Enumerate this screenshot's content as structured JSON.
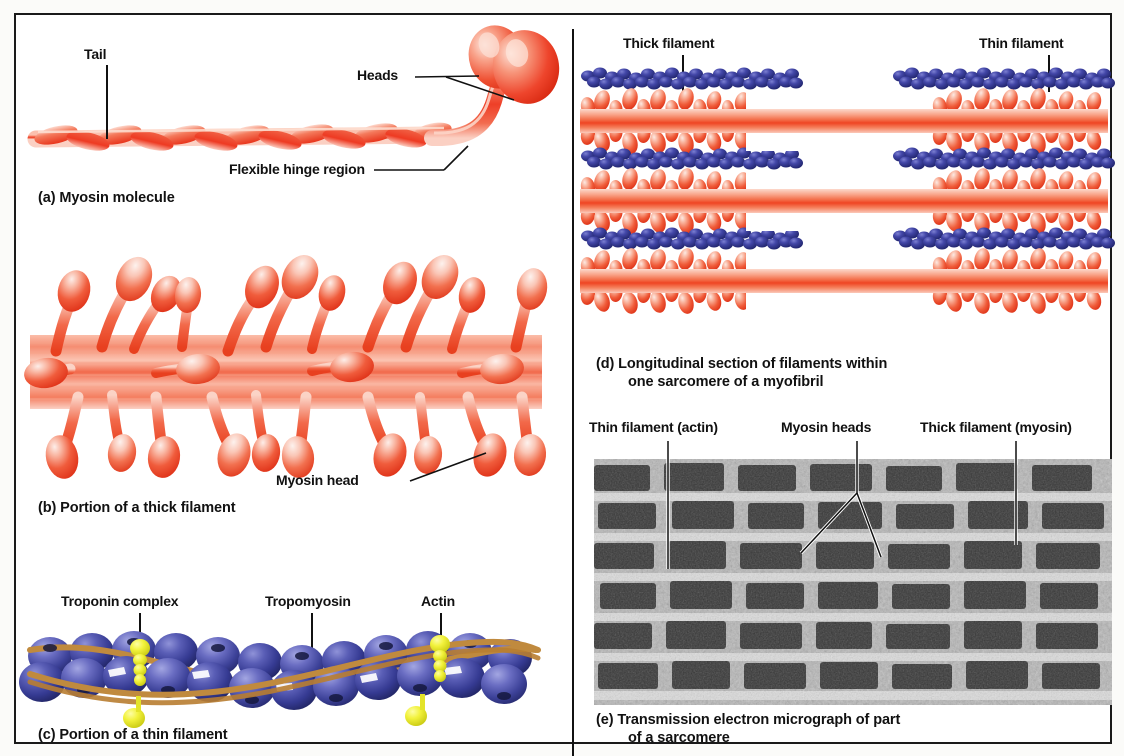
{
  "figure": {
    "title_absent": true,
    "panels": [
      {
        "id": "a",
        "caption": "(a)  Myosin molecule",
        "labels": [
          "Tail",
          "Heads",
          "Flexible hinge region"
        ]
      },
      {
        "id": "b",
        "caption": "(b)  Portion of a thick filament",
        "labels": [
          "Myosin head"
        ]
      },
      {
        "id": "c",
        "caption": "(c)  Portion of a thin filament",
        "labels": [
          "Troponin complex",
          "Tropomyosin",
          "Actin"
        ]
      },
      {
        "id": "d",
        "caption": "(d)  Longitudinal section of filaments within",
        "caption_line2": "one sarcomere of a myofibril",
        "labels": [
          "Thick filament",
          "Thin filament"
        ]
      },
      {
        "id": "e",
        "caption": "(e)  Transmission electron micrograph of part",
        "caption_line2": "of a sarcomere",
        "labels": [
          "Thin filament (actin)",
          "Myosin heads",
          "Thick filament (myosin)"
        ]
      }
    ]
  },
  "panel_a": {
    "label_tail": "Tail",
    "label_heads": "Heads",
    "label_hinge": "Flexible hinge region",
    "caption": "(a)  Myosin molecule"
  },
  "panel_b": {
    "label_myosin_head": "Myosin head",
    "caption": "(b)  Portion of a thick filament"
  },
  "panel_c": {
    "label_troponin": "Troponin complex",
    "label_tropomyosin": "Tropomyosin",
    "label_actin": "Actin",
    "caption": "(c)  Portion of a thin filament"
  },
  "panel_d": {
    "label_thick": "Thick filament",
    "label_thin": "Thin filament",
    "caption_line1": "(d)  Longitudinal section of filaments within",
    "caption_line2": "one sarcomere of a myofibril"
  },
  "panel_e": {
    "label_thin_actin": "Thin filament (actin)",
    "label_myosin_heads": "Myosin heads",
    "label_thick_myosin": "Thick filament (myosin)",
    "caption_line1": "(e)  Transmission electron micrograph of part",
    "caption_line2": "of a sarcomere"
  },
  "colors": {
    "myosin_red": "#ef3b24",
    "myosin_light": "#f8a48c",
    "myosin_pale": "#fde3d8",
    "actin_blue": "#3b3f99",
    "actin_blue_light": "#6b6fc4",
    "actin_dark": "#1e2060",
    "tropomyosin_brown": "#c08a3e",
    "troponin_yellow": "#eeee33",
    "ink": "#111111",
    "frame": "#1a1a1a",
    "paper": "#ffffff"
  }
}
